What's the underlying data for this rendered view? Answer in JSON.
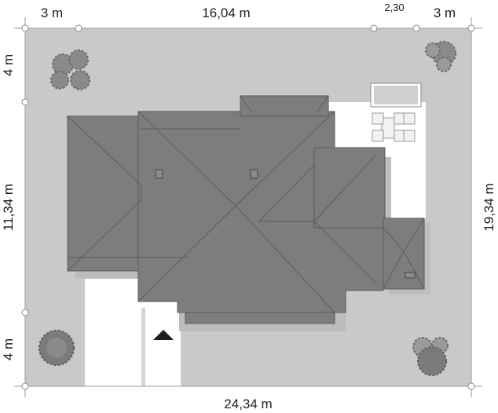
{
  "dimensions": {
    "top": [
      "3 m",
      "16,04 m",
      "2,30",
      "3 m"
    ],
    "left": [
      "4 m",
      "11,34 m",
      "4 m"
    ],
    "right": "19,34 m",
    "bottom": "24,34 m"
  },
  "icons": {
    "tree": "tree-icon",
    "entrance": "entrance-arrow-icon",
    "chimney": "chimney-icon"
  },
  "colors": {
    "plot": "#c9c9c9",
    "roof": "#7d7d7d",
    "paving": "#ffffff"
  }
}
